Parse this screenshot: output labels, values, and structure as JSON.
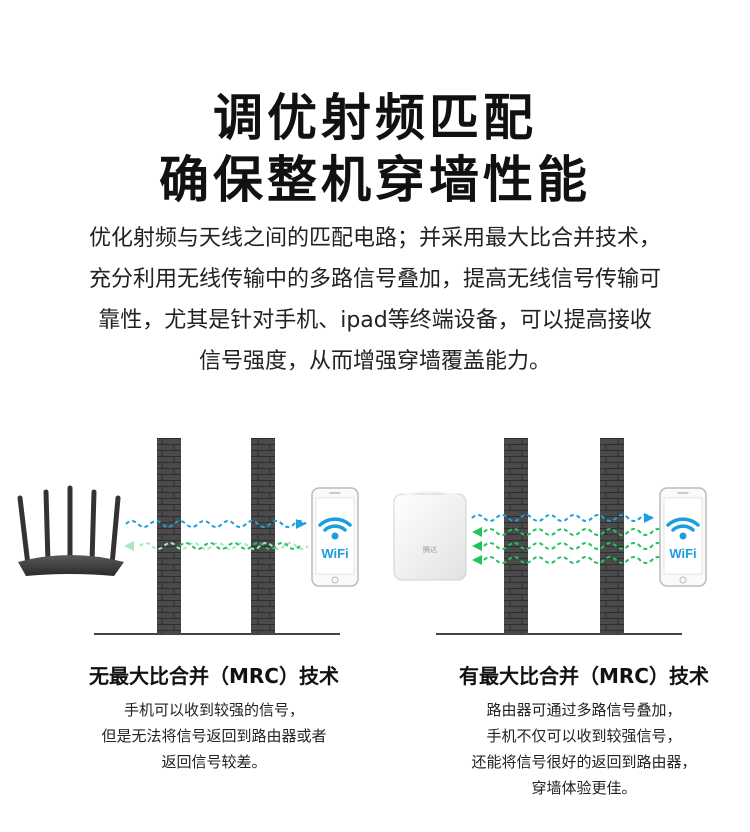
{
  "heading": {
    "line1": "调优射频匹配",
    "line2": "确保整机穿墙性能"
  },
  "description": {
    "lines": [
      "优化射频与天线之间的匹配电路；并采用最大比合并技术，",
      "充分利用无线传输中的多路信号叠加，提高无线信号传输可",
      "靠性，尤其是针对手机、ipad等终端设备，可以提高接收",
      "信号强度，从而增强穿墙覆盖能力。"
    ]
  },
  "left_panel": {
    "phone_label": "WiFi",
    "title": "无最大比合并（MRC）技术",
    "lines": [
      "手机可以收到较强的信号，",
      "但是无法将信号返回到路由器或者",
      "返回信号较差。"
    ]
  },
  "right_panel": {
    "phone_label": "WiFi",
    "device_brand": "腾达",
    "title": "有最大比合并（MRC）技术",
    "lines": [
      "路由器可通过多路信号叠加，",
      "手机不仅可以收到较强信号，",
      "还能将信号很好的返回到路由器，",
      "穿墙体验更佳。"
    ]
  },
  "colors": {
    "wave_blue": "#1e9fe0",
    "wave_green": "#22c35a",
    "wave_green_faint": "#a7e8bf",
    "wall": "#4a4a4a",
    "wifi_icon": "#1a9ee0"
  }
}
